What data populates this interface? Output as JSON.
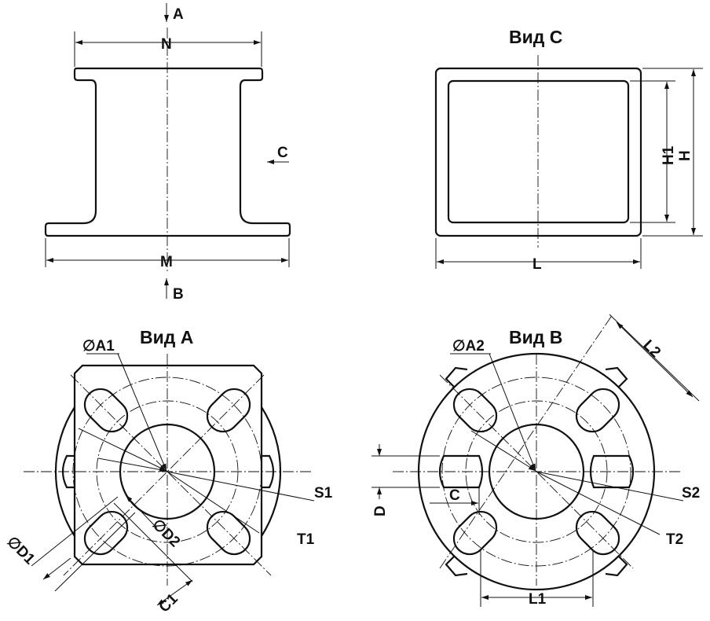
{
  "views": {
    "front": {
      "arrow_top": "A",
      "arrow_bottom": "B",
      "arrow_side": "C",
      "dim_top": "N",
      "dim_bottom": "M"
    },
    "view_c": {
      "title": "Вид C",
      "dim_inner_height": "H1",
      "dim_height": "H",
      "dim_length": "L"
    },
    "view_a": {
      "title": "Вид A",
      "bore": "∅A1",
      "s": "S1",
      "t": "T1",
      "d1": "∅D1",
      "d2": "∅D2",
      "c1": "C1"
    },
    "view_b": {
      "title": "Вид B",
      "bore": "∅A2",
      "l2": "L2",
      "d": "D",
      "c": "C",
      "s": "S2",
      "t": "T2",
      "l1": "L1"
    }
  }
}
